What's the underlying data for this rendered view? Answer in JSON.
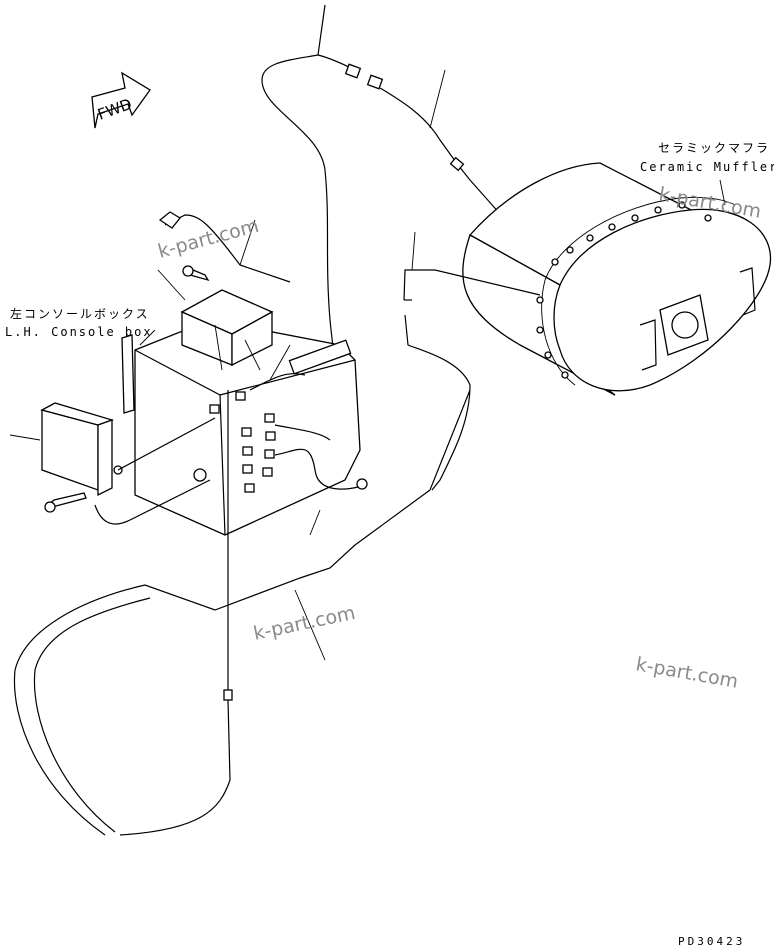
{
  "labels": {
    "fwd": "FWD",
    "console_jp": "左コンソールボックス",
    "console_en": "L.H. Console box",
    "muffler_jp": "セラミックマフラ",
    "muffler_en": "Ceramic Muffler",
    "drawing_code": "PD30423"
  },
  "watermarks": [
    "k-part.com",
    "k-part.com",
    "k-part.com",
    "k-part.com"
  ]
}
